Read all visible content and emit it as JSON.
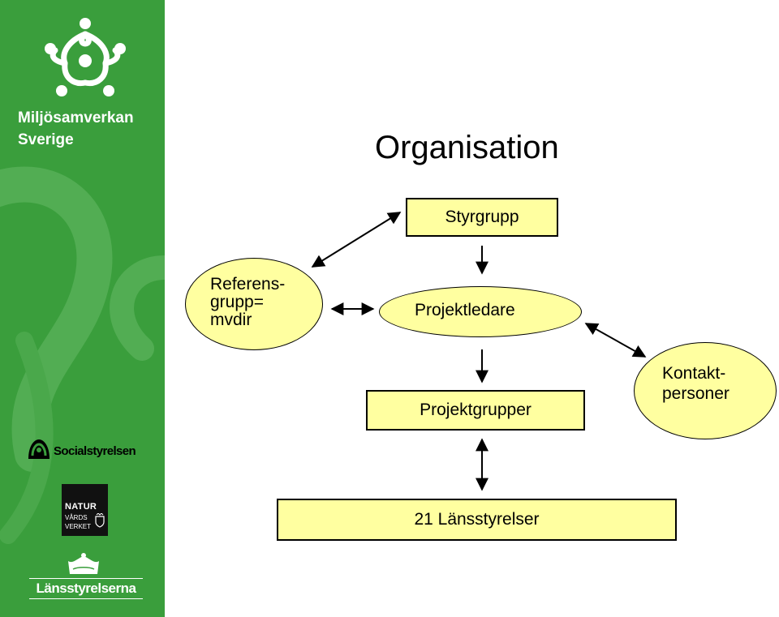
{
  "slide": {
    "title": "Organisation"
  },
  "sidebar": {
    "brand_line1": "Miljösamverkan",
    "brand_line2": "Sverige",
    "logo_socialstyrelsen": "Socialstyrelsen",
    "logo_naturvard_line1": "NATUR",
    "logo_naturvard_line2": "VÅRDS",
    "logo_naturvard_line3": "VERKET",
    "logo_lansstyrelserna": "Länsstyrelserna",
    "colors": {
      "background": "#3a9e3c",
      "text": "#ffffff"
    }
  },
  "diagram": {
    "colors": {
      "node_fill": "#ffffa0",
      "stroke": "#000000"
    },
    "nodes": {
      "styrgrupp": "Styrgrupp",
      "referensgrupp_line1": "Referens-",
      "referensgrupp_line2": "grupp=",
      "referensgrupp_line3": "mvdir",
      "projektledare": "Projektledare",
      "projektgrupper": "Projektgrupper",
      "kontaktpersoner_line1": "Kontakt-",
      "kontaktpersoner_line2": "personer",
      "lansstyrelser": "21 Länsstyrelser"
    },
    "connectors": [
      {
        "from": "referensgrupp",
        "to": "styrgrupp",
        "direction": "both"
      },
      {
        "from": "styrgrupp",
        "to": "projektledare",
        "direction": "forward"
      },
      {
        "from": "referensgrupp",
        "to": "projektledare",
        "direction": "both"
      },
      {
        "from": "projektledare",
        "to": "projektgrupper",
        "direction": "forward"
      },
      {
        "from": "projektledare",
        "to": "kontaktpersoner",
        "direction": "both"
      },
      {
        "from": "projektgrupper",
        "to": "lansstyrelser",
        "direction": "both"
      }
    ]
  }
}
